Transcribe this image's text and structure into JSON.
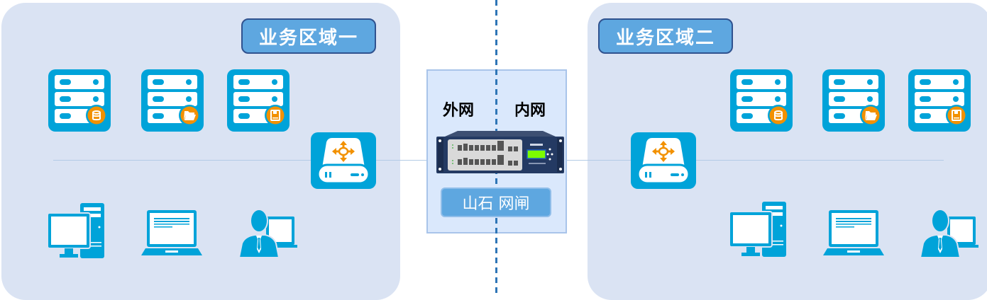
{
  "zones": [
    {
      "title": "业务区域一",
      "servers": [
        {
          "type": "database-server",
          "badge": "database"
        },
        {
          "type": "file-server",
          "badge": "folder"
        },
        {
          "type": "storage-server",
          "badge": "floppy-disk"
        }
      ],
      "switch": "network-switch",
      "clients": [
        "desktop-computer",
        "laptop",
        "user-workstation"
      ]
    },
    {
      "title": "业务区域二",
      "servers": [
        {
          "type": "database-server",
          "badge": "database"
        },
        {
          "type": "file-server",
          "badge": "folder"
        },
        {
          "type": "storage-server",
          "badge": "floppy-disk"
        }
      ],
      "switch": "network-switch",
      "clients": [
        "desktop-computer",
        "laptop",
        "user-workstation"
      ]
    }
  ],
  "gateway": {
    "outer_label": "外网",
    "inner_label": "内网",
    "name": "山石 网闸",
    "device": "rack-mounted network gateway appliance"
  },
  "colors": {
    "zone_bg": "#dae3f3",
    "icon_blue": "#00a3d9",
    "badge_orange": "#f29100",
    "label_bg": "#5ea7e0",
    "divider": "#2e75b6"
  }
}
